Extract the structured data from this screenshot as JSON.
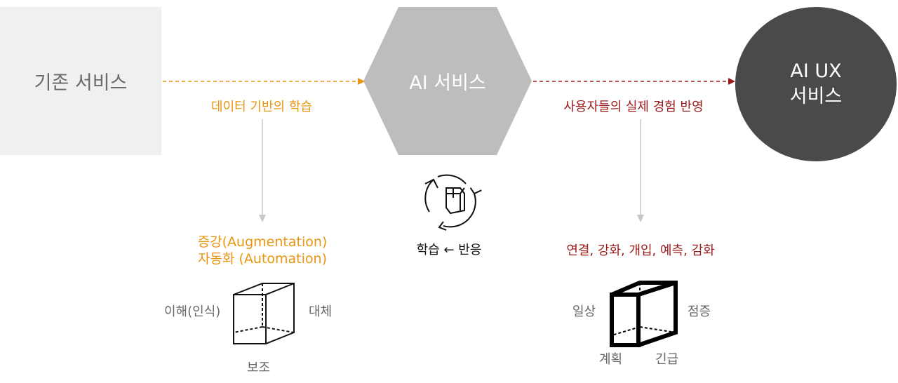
{
  "nodes": {
    "existing": "기존 서비스",
    "ai": "AI 서비스",
    "aiux_line1": "AI UX",
    "aiux_line2": "서비스"
  },
  "edges": {
    "left": "데이터 기반의 학습",
    "right": "사용자들의 실제 경험 반영"
  },
  "left_branch": {
    "line1": "증강(Augmentation)",
    "line2": "자동화 (Automation)",
    "cube_left": "이해(인식)",
    "cube_right": "대체",
    "cube_bottom": "보조"
  },
  "center_branch": {
    "caption_learn": "학습",
    "caption_arrow": "←",
    "caption_react": "반응"
  },
  "right_branch": {
    "line1": "연결, 강화, 개입, 예측, 감화",
    "cube_left": "일상",
    "cube_right": "점증",
    "cube_bottom_left": "계획",
    "cube_bottom_right": "긴급"
  },
  "colors": {
    "orange": "#e8960f",
    "dark_red": "#9b1b1b",
    "box_gray": "#f0f0f0",
    "hex_gray": "#bdbdbd",
    "circle_dark": "#4a4a4a",
    "arrow_gray": "#c8c8c8"
  }
}
